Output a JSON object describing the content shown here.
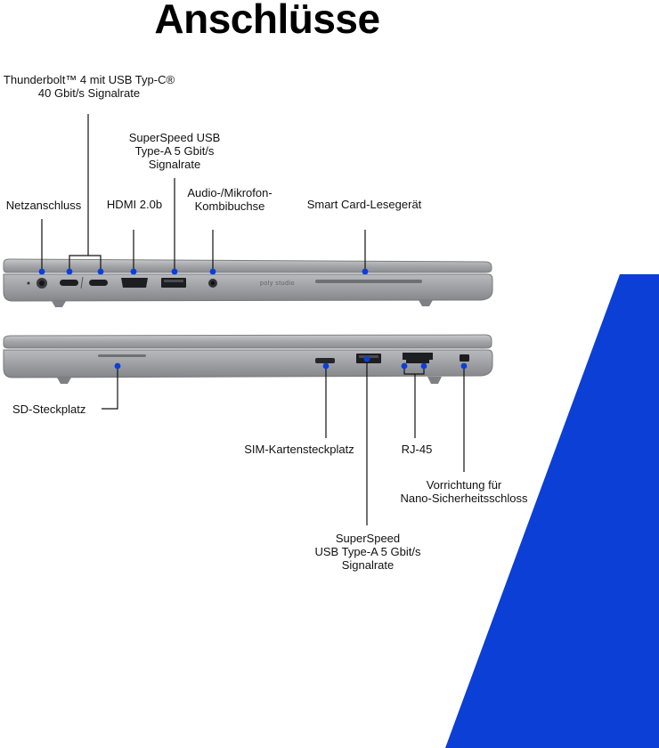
{
  "title": "Anschlüsse",
  "colors": {
    "accent": "#0b3fd6",
    "chassis": "#9a9ca0",
    "chassis_dark": "#6e7074",
    "line": "#111111"
  },
  "top_view": {
    "brand_text": "poly studio",
    "labels": {
      "thunderbolt": [
        "Thunderbolt™ 4 mit USB Typ-C®",
        "40 Gbit/s Signalrate"
      ],
      "superspeed_top": [
        "SuperSpeed USB",
        "Type-A 5 Gbit/s",
        "Signalrate"
      ],
      "audio": [
        "Audio-/Mikrofon-",
        "Kombibuchse"
      ],
      "netz": "Netzanschluss",
      "hdmi": "HDMI 2.0b",
      "smartcard": "Smart Card-Lesegerät"
    }
  },
  "bottom_view": {
    "labels": {
      "sd": "SD-Steckplatz",
      "sim": "SIM-Kartensteckplatz",
      "rj45": "RJ-45",
      "nano": [
        "Vorrichtung für",
        "Nano-Sicherheitsschloss"
      ],
      "superspeed_bottom": [
        "SuperSpeed",
        "USB Type-A 5 Gbit/s",
        "Signalrate"
      ]
    }
  }
}
